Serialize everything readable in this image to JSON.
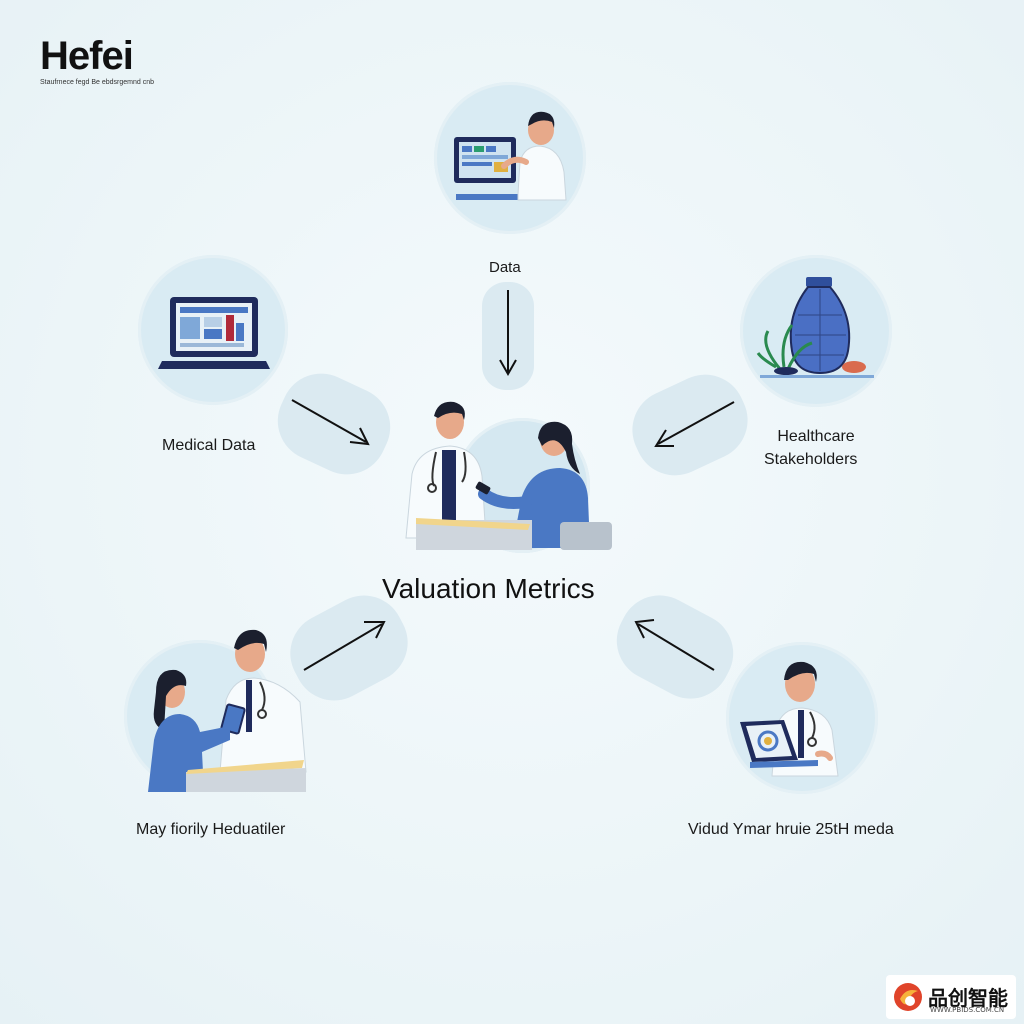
{
  "brand": {
    "title": "Hefei",
    "subtitle": "Staufrnece fegd Be ebdsrgemnd cnb"
  },
  "nodes": {
    "top": {
      "label": "Data"
    },
    "left": {
      "label": "Medical Data"
    },
    "right": {
      "label_line1": "Healthcare",
      "label_line2": "Stakeholders"
    },
    "bottom_left": {
      "label": "May fiorily Heduatiler"
    },
    "bottom_right": {
      "label": "Vidud Ymar hruie 25tH meda"
    }
  },
  "center": {
    "title": "Valuation Metrics"
  },
  "watermark": {
    "text": "品创智能",
    "url": "WWW.PBIDS.COM.CN"
  },
  "colors": {
    "circle_fill": "#d9ebf3",
    "accent_blue": "#4a78c4",
    "navy": "#1f2b5c",
    "arrow": "#111111"
  }
}
